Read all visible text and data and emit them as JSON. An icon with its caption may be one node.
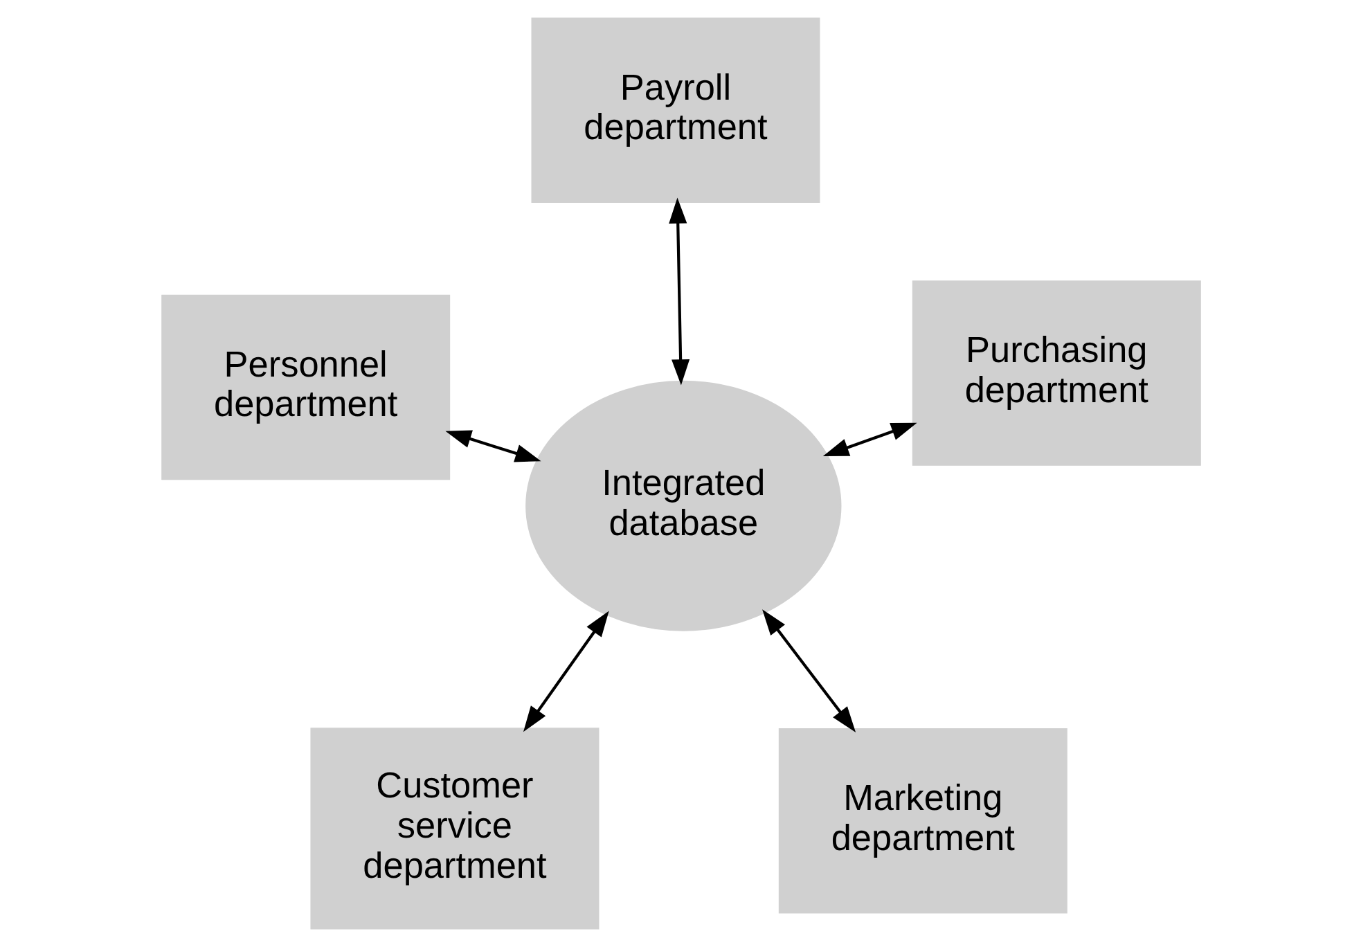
{
  "diagram": {
    "nodes": [
      {
        "text": [
          "Customer service department"
        ]
      },
      {
        "text": [
          "Marketing department"
        ]
      },
      {
        "text": [
          "Integrated database"
        ]
      },
      {
        "text": [
          "Payroll department"
        ]
      },
      {
        "text": [
          "Purchasing department"
        ]
      },
      {
        "text": [
          "Personnel department"
        ]
      }
    ],
    "edges": [
      {
        "from": 0,
        "to": 2,
        "arrow": "both"
      },
      {
        "from": 1,
        "to": 2,
        "arrow": "both"
      },
      {
        "from": 3,
        "to": 2,
        "arrow": "both"
      },
      {
        "from": 4,
        "to": 2,
        "arrow": "both"
      },
      {
        "from": 5,
        "to": 2,
        "arrow": "both"
      }
    ]
  }
}
